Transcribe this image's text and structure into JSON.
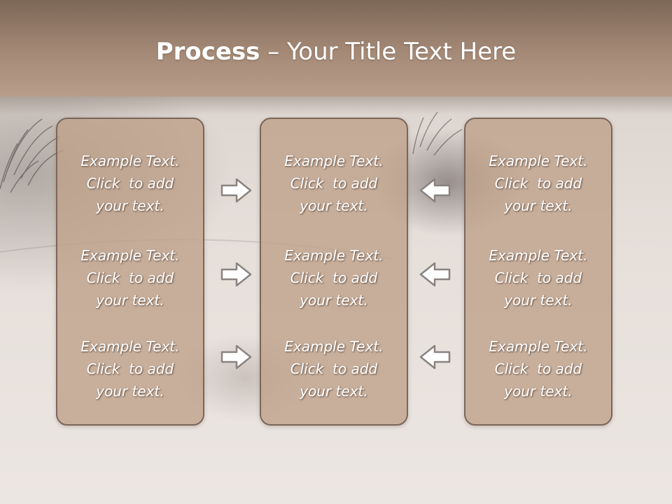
{
  "slide": {
    "title_bold": "Process",
    "title_rest": " – Your Title Text Here"
  },
  "columns": [
    {
      "items": [
        {
          "line1": "Example Text.",
          "line2": "Click  to add",
          "line3": "your text."
        },
        {
          "line1": "Example Text.",
          "line2": "Click  to add",
          "line3": "your text."
        },
        {
          "line1": "Example Text.",
          "line2": "Click  to add",
          "line3": "your text."
        }
      ]
    },
    {
      "items": [
        {
          "line1": "Example Text.",
          "line2": "Click  to add",
          "line3": "your text."
        },
        {
          "line1": "Example Text.",
          "line2": "Click  to add",
          "line3": "your text."
        },
        {
          "line1": "Example Text.",
          "line2": "Click  to add",
          "line3": "your text."
        }
      ]
    },
    {
      "items": [
        {
          "line1": "Example Text.",
          "line2": "Click  to add",
          "line3": "your text."
        },
        {
          "line1": "Example Text.",
          "line2": "Click  to add",
          "line3": "your text."
        },
        {
          "line1": "Example Text.",
          "line2": "Click  to add",
          "line3": "your text."
        }
      ]
    }
  ],
  "arrows": {
    "left_group": "right-arrow-icon",
    "right_group": "left-arrow-icon"
  },
  "colors": {
    "header": "#a58a77",
    "panel_fill": "#bea089",
    "panel_border": "#7b6659",
    "text": "#ffffff"
  }
}
